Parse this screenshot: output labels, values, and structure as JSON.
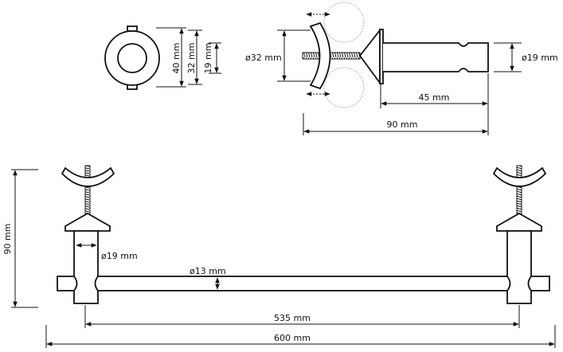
{
  "front_view": {
    "dim_outer": "40 mm",
    "dim_middle": "32 mm",
    "dim_inner": "19 mm"
  },
  "side_view": {
    "dim_cup": "ø32 mm",
    "dim_rod": "ø19 mm",
    "dim_post_length": "45 mm",
    "dim_total_length": "90 mm"
  },
  "assembly": {
    "dim_height": "90 mm",
    "dim_post_diameter": "ø19 mm",
    "dim_bar_diameter": "ø13 mm",
    "dim_inner_span": "535 mm",
    "dim_total_span": "600 mm"
  }
}
